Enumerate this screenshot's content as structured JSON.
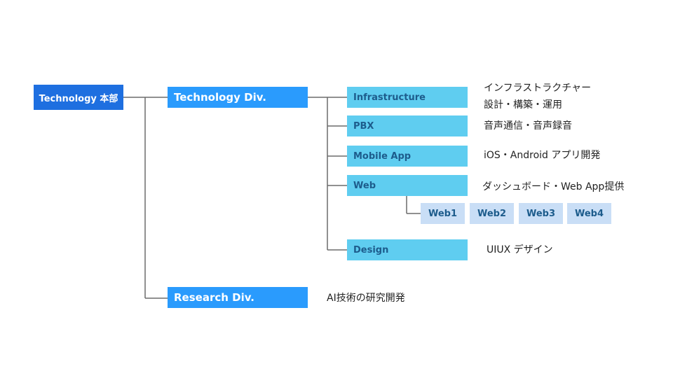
{
  "root": {
    "label": "Technology 本部"
  },
  "divisions": {
    "technology": {
      "label": "Technology Div."
    },
    "research": {
      "label": "Research Div.",
      "description": "AI技術の研究開発"
    }
  },
  "teams": {
    "infrastructure": {
      "label": "Infrastructure",
      "description_line1": "インフラストラクチャー",
      "description_line2": "設計・構築・運用"
    },
    "pbx": {
      "label": "PBX",
      "description": "音声通信・音声録音"
    },
    "mobile": {
      "label": "Mobile App",
      "description": "iOS・Android アプリ開発"
    },
    "web": {
      "label": "Web",
      "description": "ダッシュボード・Web App提供"
    },
    "design": {
      "label": "Design",
      "description": "UIUX デザイン"
    }
  },
  "web_subteams": [
    {
      "label": "Web1"
    },
    {
      "label": "Web2"
    },
    {
      "label": "Web3"
    },
    {
      "label": "Web4"
    }
  ],
  "colors": {
    "root": "#1E6FE0",
    "division": "#2A9BFD",
    "team": "#5FCDF0",
    "subteam": "#C9DEF6",
    "connector": "#6b6b6b"
  }
}
